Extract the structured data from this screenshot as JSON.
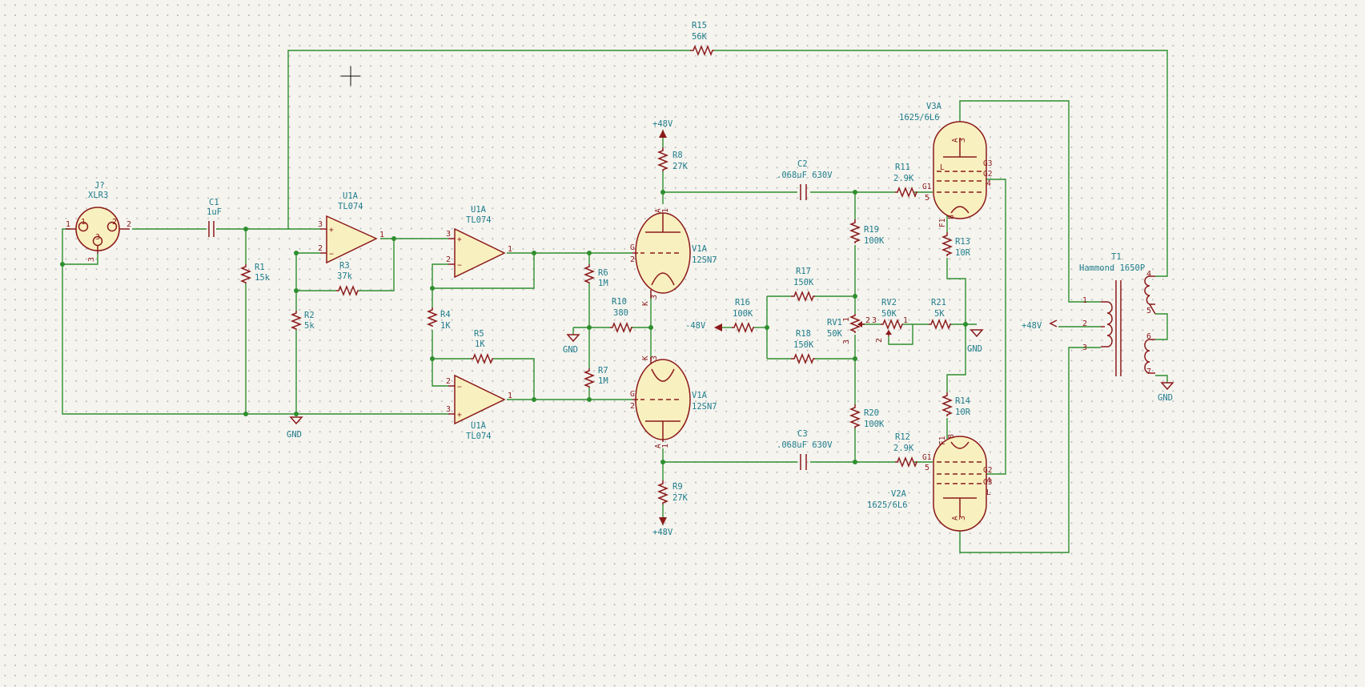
{
  "schematic": {
    "J7": {
      "ref": "J?",
      "value": "XLR3",
      "pins": [
        "1",
        "2",
        "3"
      ]
    },
    "C1": {
      "ref": "C1",
      "value": "1uF"
    },
    "R1": {
      "ref": "R1",
      "value": "15k"
    },
    "R2": {
      "ref": "R2",
      "value": "5k"
    },
    "R3": {
      "ref": "R3",
      "value": "37k"
    },
    "R4": {
      "ref": "R4",
      "value": "1K"
    },
    "R5": {
      "ref": "R5",
      "value": "1K"
    },
    "R6": {
      "ref": "R6",
      "value": "1M"
    },
    "R7": {
      "ref": "R7",
      "value": "1M"
    },
    "R8": {
      "ref": "R8",
      "value": "27K"
    },
    "R9": {
      "ref": "R9",
      "value": "27K"
    },
    "R10": {
      "ref": "R10",
      "value": "380"
    },
    "R11": {
      "ref": "R11",
      "value": "2.9K"
    },
    "R12": {
      "ref": "R12",
      "value": "2.9K"
    },
    "R13": {
      "ref": "R13",
      "value": "10R"
    },
    "R14": {
      "ref": "R14",
      "value": "10R"
    },
    "R15": {
      "ref": "R15",
      "value": "56K"
    },
    "R16": {
      "ref": "R16",
      "value": "100K"
    },
    "R17": {
      "ref": "R17",
      "value": "150K"
    },
    "R18": {
      "ref": "R18",
      "value": "150K"
    },
    "R19": {
      "ref": "R19",
      "value": "100K"
    },
    "R20": {
      "ref": "R20",
      "value": "100K"
    },
    "R21": {
      "ref": "R21",
      "value": "5K"
    },
    "RV1": {
      "ref": "RV1",
      "value": "50K"
    },
    "RV2": {
      "ref": "RV2",
      "value": "50K"
    },
    "C2": {
      "ref": "C2",
      "value": ".068uF 630V"
    },
    "C3": {
      "ref": "C3",
      "value": ".068uF 630V"
    },
    "U1": {
      "ref": "U1A",
      "value": "TL074"
    },
    "U2": {
      "ref": "U1A",
      "value": "TL074"
    },
    "U3": {
      "ref": "U1A",
      "value": "TL074"
    },
    "V1": {
      "ref": "V1A",
      "value": "12SN7"
    },
    "V1b": {
      "ref": "V1A",
      "value": "12SN7"
    },
    "V3": {
      "ref": "V3A",
      "value": "1625/6L6"
    },
    "V2": {
      "ref": "V2A",
      "value": "1625/6L6"
    },
    "T1": {
      "ref": "T1",
      "value": "Hammond 1650P",
      "pins": [
        "1",
        "2",
        "3",
        "4",
        "5",
        "6",
        "7"
      ]
    },
    "power": {
      "gnd": "GND",
      "plus48": "+48V",
      "minus48": "-48V"
    },
    "pin_labels": {
      "g": "G",
      "k": "K",
      "a": "A",
      "g1": "G1",
      "g2": "G2",
      "g3": "G3",
      "f1": "F1",
      "l": "L"
    }
  }
}
